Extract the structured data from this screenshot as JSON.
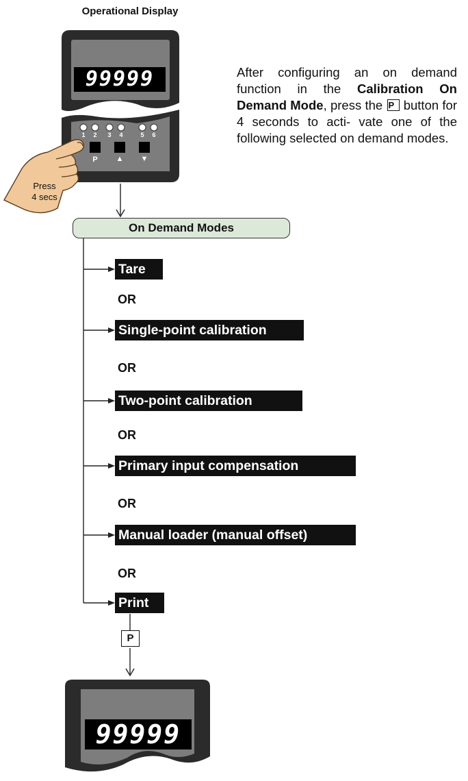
{
  "title": "Operational Display",
  "display": {
    "top_reading": "99999",
    "bottom_reading": "99999"
  },
  "leds": [
    "1",
    "2",
    "3",
    "4",
    "5",
    "6"
  ],
  "buttons": {
    "p": "P",
    "up": "▲",
    "down": "▼"
  },
  "press_label": {
    "line1": "Press",
    "line2": "4 secs"
  },
  "instruction": {
    "part1": "After configuring an on demand function in the ",
    "bold": "Calibration On Demand Mode",
    "part2": ", press the ",
    "key": "P",
    "part3": " button for 4 seconds to acti- vate one of the following selected on demand modes."
  },
  "modes_header": "On Demand Modes",
  "modes": [
    "Tare",
    "Single-point calibration",
    "Two-point calibration",
    "Primary input compensation",
    "Manual loader (manual offset)",
    "Print"
  ],
  "or_label": "OR",
  "final_key": "P",
  "colors": {
    "header_fill": "#dce9d9",
    "bezel": "#2b2b2b",
    "panel": "#808080",
    "lcd": "#000000",
    "hand": "#f1c89a"
  }
}
